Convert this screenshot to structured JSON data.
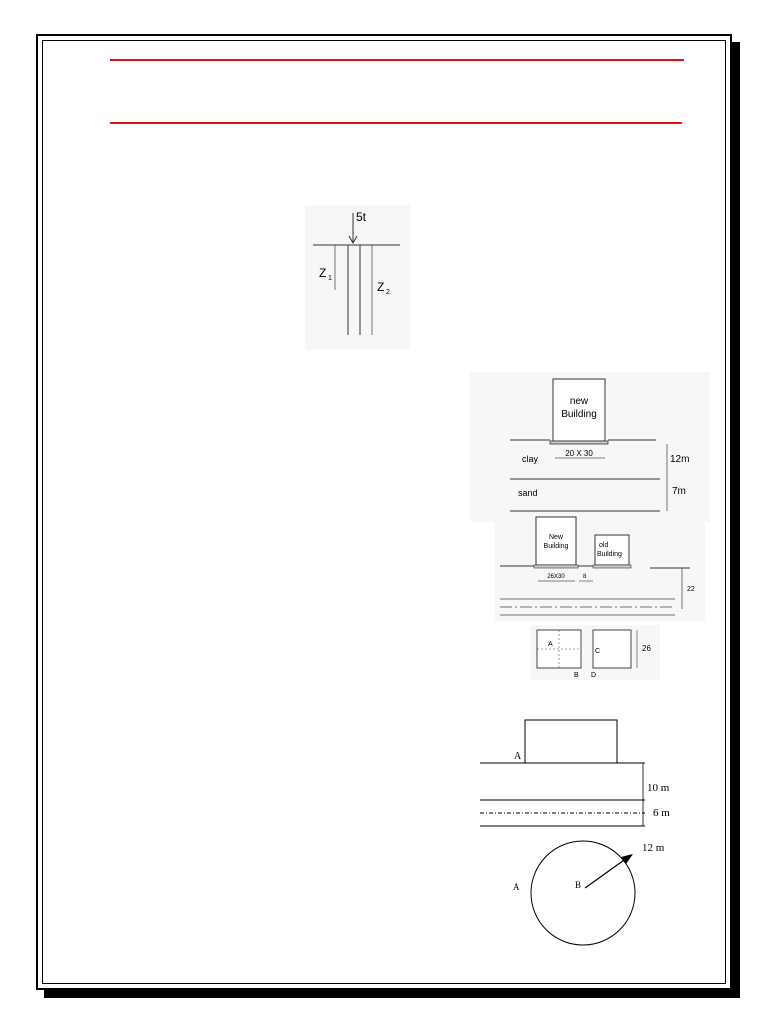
{
  "figure_pile": {
    "load": "5t",
    "z1_main": "Z",
    "z1_sub": "1",
    "z2_main": "Z",
    "z2_sub": "2"
  },
  "figure_building": {
    "building": [
      "new",
      "Building"
    ],
    "footing": "20 X 30",
    "layer1": "clay",
    "layer2": "sand",
    "depth1": "12m",
    "depth2": "7m"
  },
  "figure_two_buildings": {
    "new_building": [
      "New",
      "Building"
    ],
    "old_building": [
      "old",
      "Building"
    ],
    "new_footing": "26X30",
    "spacing": "8",
    "depth": "22"
  },
  "figure_plan": {
    "point_a": "A",
    "point_b": "B",
    "point_c": "C",
    "point_d": "D",
    "dimension": "26"
  },
  "figure_section": {
    "point_a": "A",
    "depth1": "10 m",
    "depth2": "6 m"
  },
  "figure_circle": {
    "radius": "12 m",
    "point_a": "A",
    "point_b": "B"
  }
}
